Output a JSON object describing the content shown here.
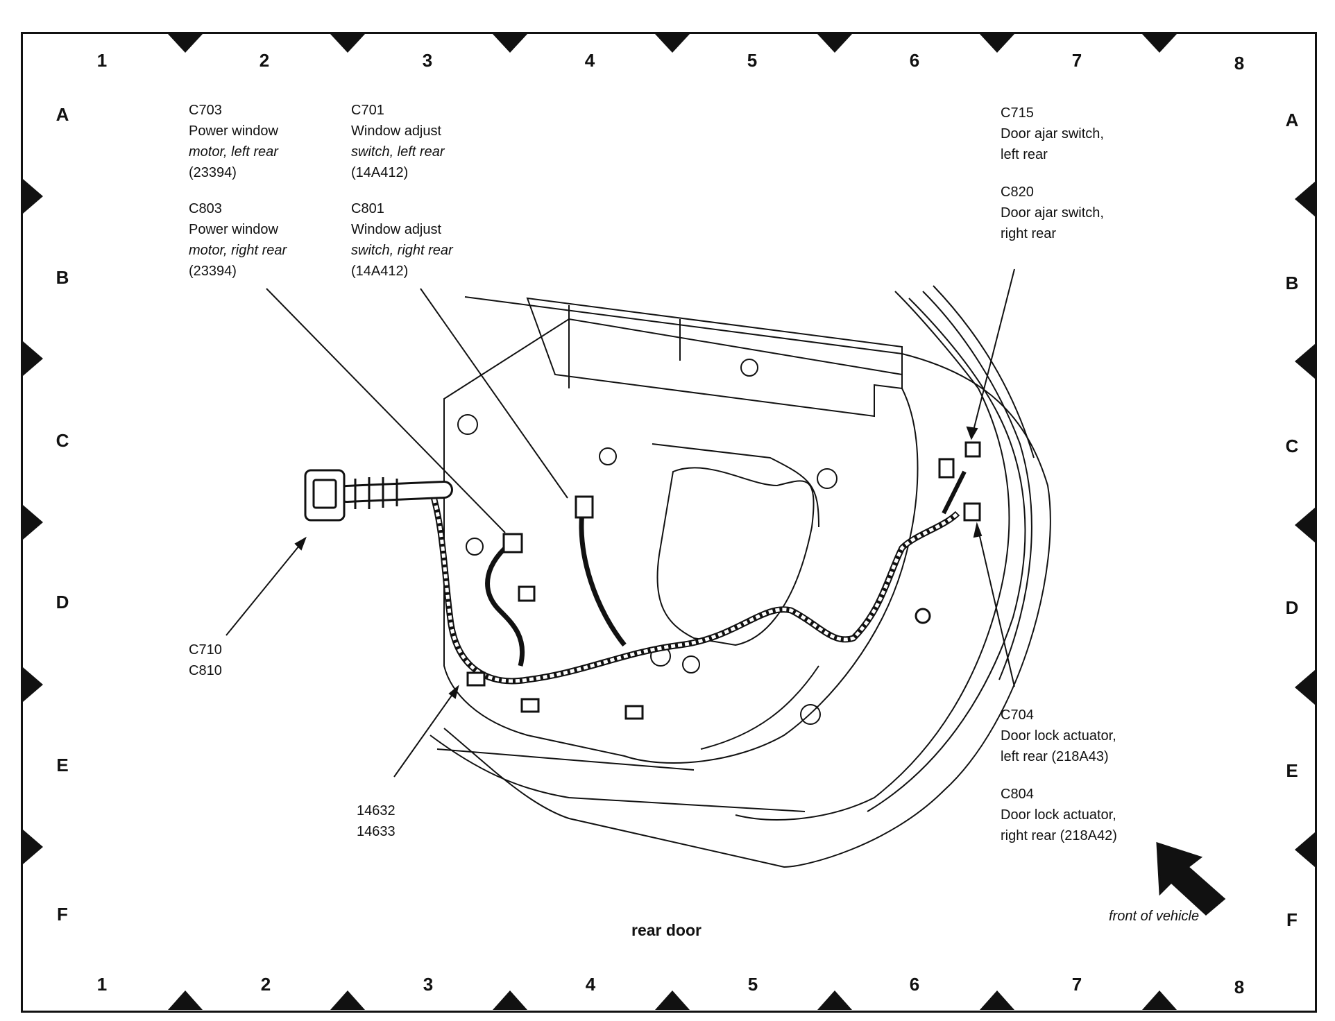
{
  "grid": {
    "columns": [
      "1",
      "2",
      "3",
      "4",
      "5",
      "6",
      "7",
      "8"
    ],
    "rows": [
      "A",
      "B",
      "C",
      "D",
      "E",
      "F"
    ]
  },
  "callouts": {
    "c703": {
      "code": "C703",
      "line1": "Power window",
      "line2": "motor, left rear",
      "line3": "(23394)"
    },
    "c803": {
      "code": "C803",
      "line1": "Power window",
      "line2": "motor, right rear",
      "line3": "(23394)"
    },
    "c701": {
      "code": "C701",
      "line1": "Window adjust",
      "line2": "switch, left rear",
      "line3": "(14A412)"
    },
    "c801": {
      "code": "C801",
      "line1": "Window adjust",
      "line2": "switch, right rear",
      "line3": "(14A412)"
    },
    "c715": {
      "code": "C715",
      "line1": "Door ajar switch,",
      "line2": "left rear"
    },
    "c820": {
      "code": "C820",
      "line1": "Door ajar switch,",
      "line2": "right rear"
    },
    "c710": {
      "code1": "C710",
      "code2": "C810"
    },
    "harness": {
      "code1": "14632",
      "code2": "14633"
    },
    "c704": {
      "code": "C704",
      "line1": "Door lock actuator,",
      "line2": "left rear (218A43)"
    },
    "c804": {
      "code": "C804",
      "line1": "Door lock actuator,",
      "line2": "right rear (218A42)"
    }
  },
  "caption": "rear door",
  "front_label": "front of vehicle",
  "colors": {
    "ink": "#111111",
    "paper": "#ffffff"
  }
}
